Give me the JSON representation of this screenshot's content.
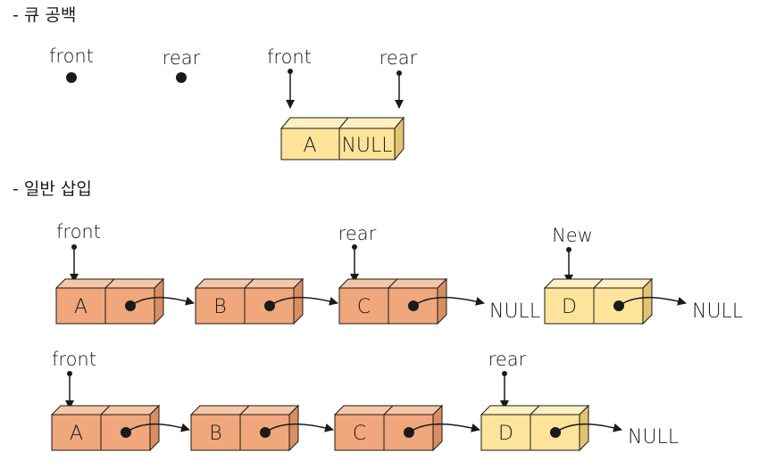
{
  "headings": {
    "empty": "- 큐 공백",
    "insert": "- 일반 삽입"
  },
  "empty_section": {
    "front_label": "front",
    "rear_label": "rear",
    "front_label_2": "front",
    "rear_label_2": "rear",
    "node": {
      "data": "A",
      "link": "NULL"
    }
  },
  "insert_section": {
    "before": {
      "nodes": [
        "A",
        "B",
        "C"
      ],
      "front_label": "front",
      "rear_label": "rear",
      "null_label": "NULL",
      "new_label": "New",
      "new_node": "D",
      "new_null_label": "NULL"
    },
    "after": {
      "nodes": [
        "A",
        "B",
        "C",
        "D"
      ],
      "front_label": "front",
      "rear_label": "rear",
      "null_label": "NULL"
    }
  },
  "colors": {
    "node_orange_front": "#f0a77c",
    "node_orange_top": "#f6c7a6",
    "node_orange_side": "#d88e63",
    "node_yellow_front": "#fde49a",
    "node_yellow_top": "#fef0c2",
    "node_yellow_side": "#e2c46e",
    "line": "#1a1a1a"
  }
}
